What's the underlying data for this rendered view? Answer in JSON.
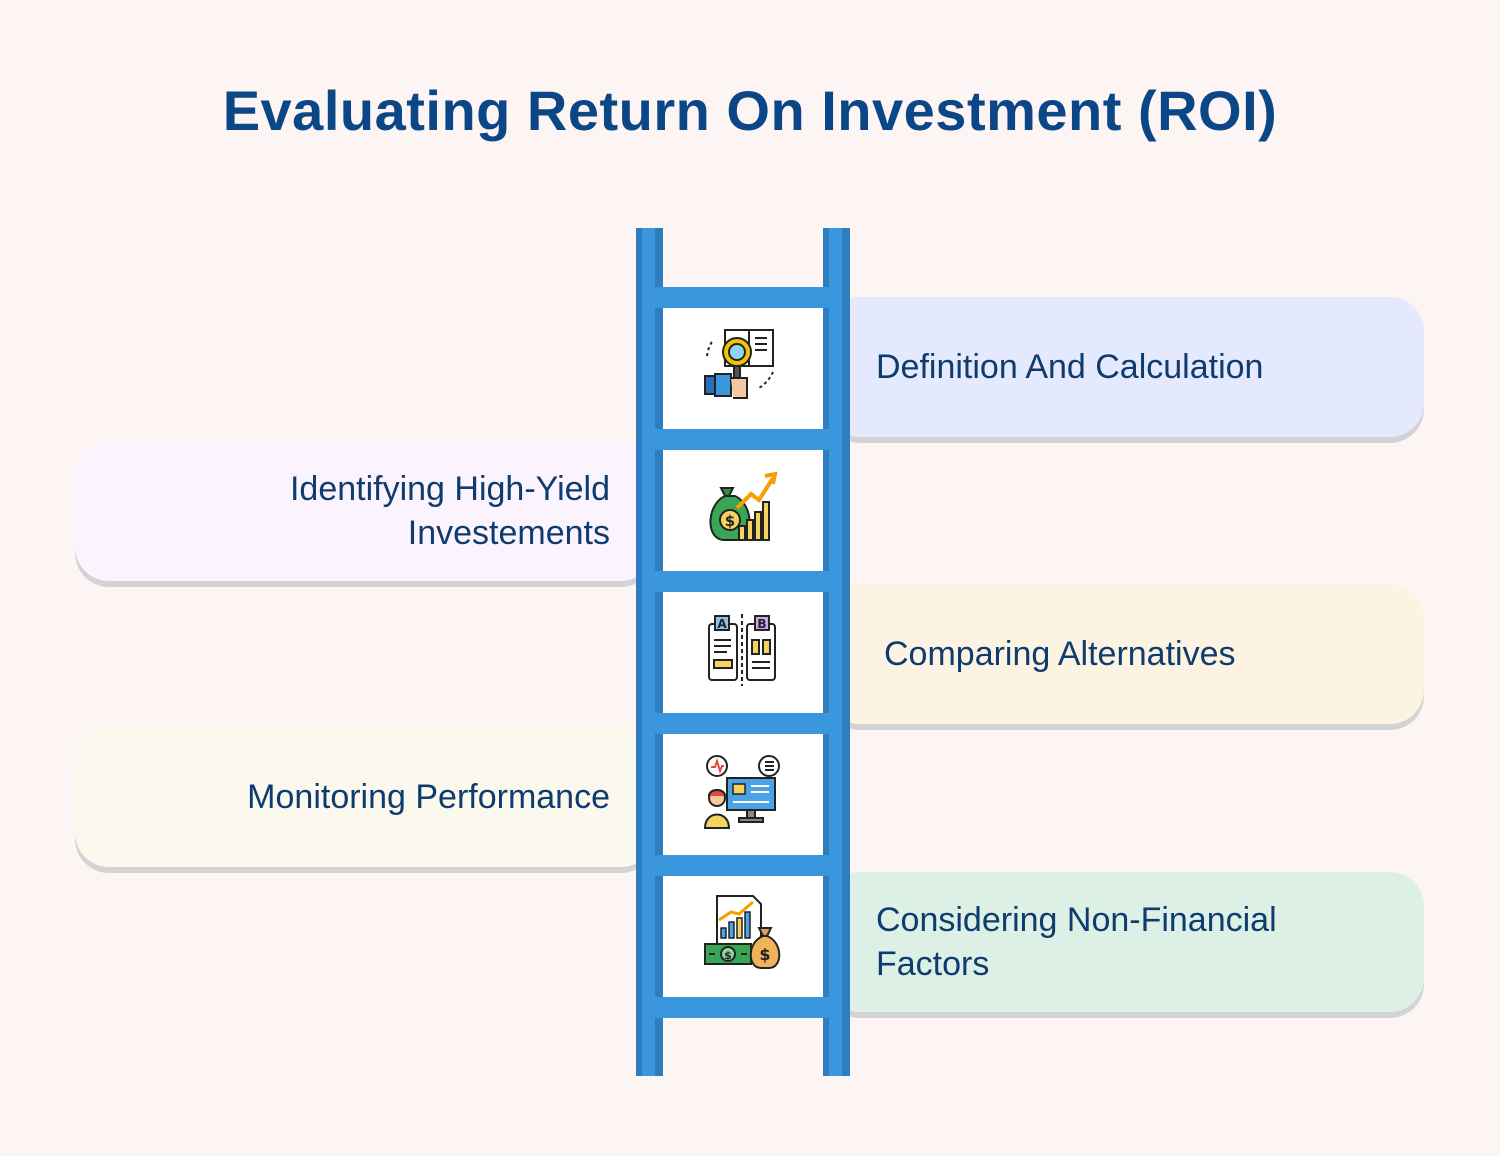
{
  "title": "Evaluating Return On Investment (ROI)",
  "steps": [
    {
      "label": "Definition And Calculation",
      "side": "right",
      "bg": "#e4e9fd",
      "icon": "magnifier-document-icon"
    },
    {
      "label": "Identifying High-Yield Investements",
      "side": "left",
      "bg": "#fbf3fd",
      "icon": "money-bag-growth-icon"
    },
    {
      "label": "Comparing Alternatives",
      "side": "right",
      "bg": "#fdf3e2",
      "icon": "ab-compare-icon"
    },
    {
      "label": "Monitoring Performance",
      "side": "left",
      "bg": "#fbf8ee",
      "icon": "analyst-monitor-icon"
    },
    {
      "label": "Considering Non-Financial Factors",
      "side": "right",
      "bg": "#ddf0e6",
      "icon": "finance-chart-cash-icon"
    }
  ],
  "colors": {
    "title": "#0b4686",
    "text": "#0f3c6e",
    "ladder": "#3a96dd",
    "ladder_dark": "#2e7ebf"
  }
}
